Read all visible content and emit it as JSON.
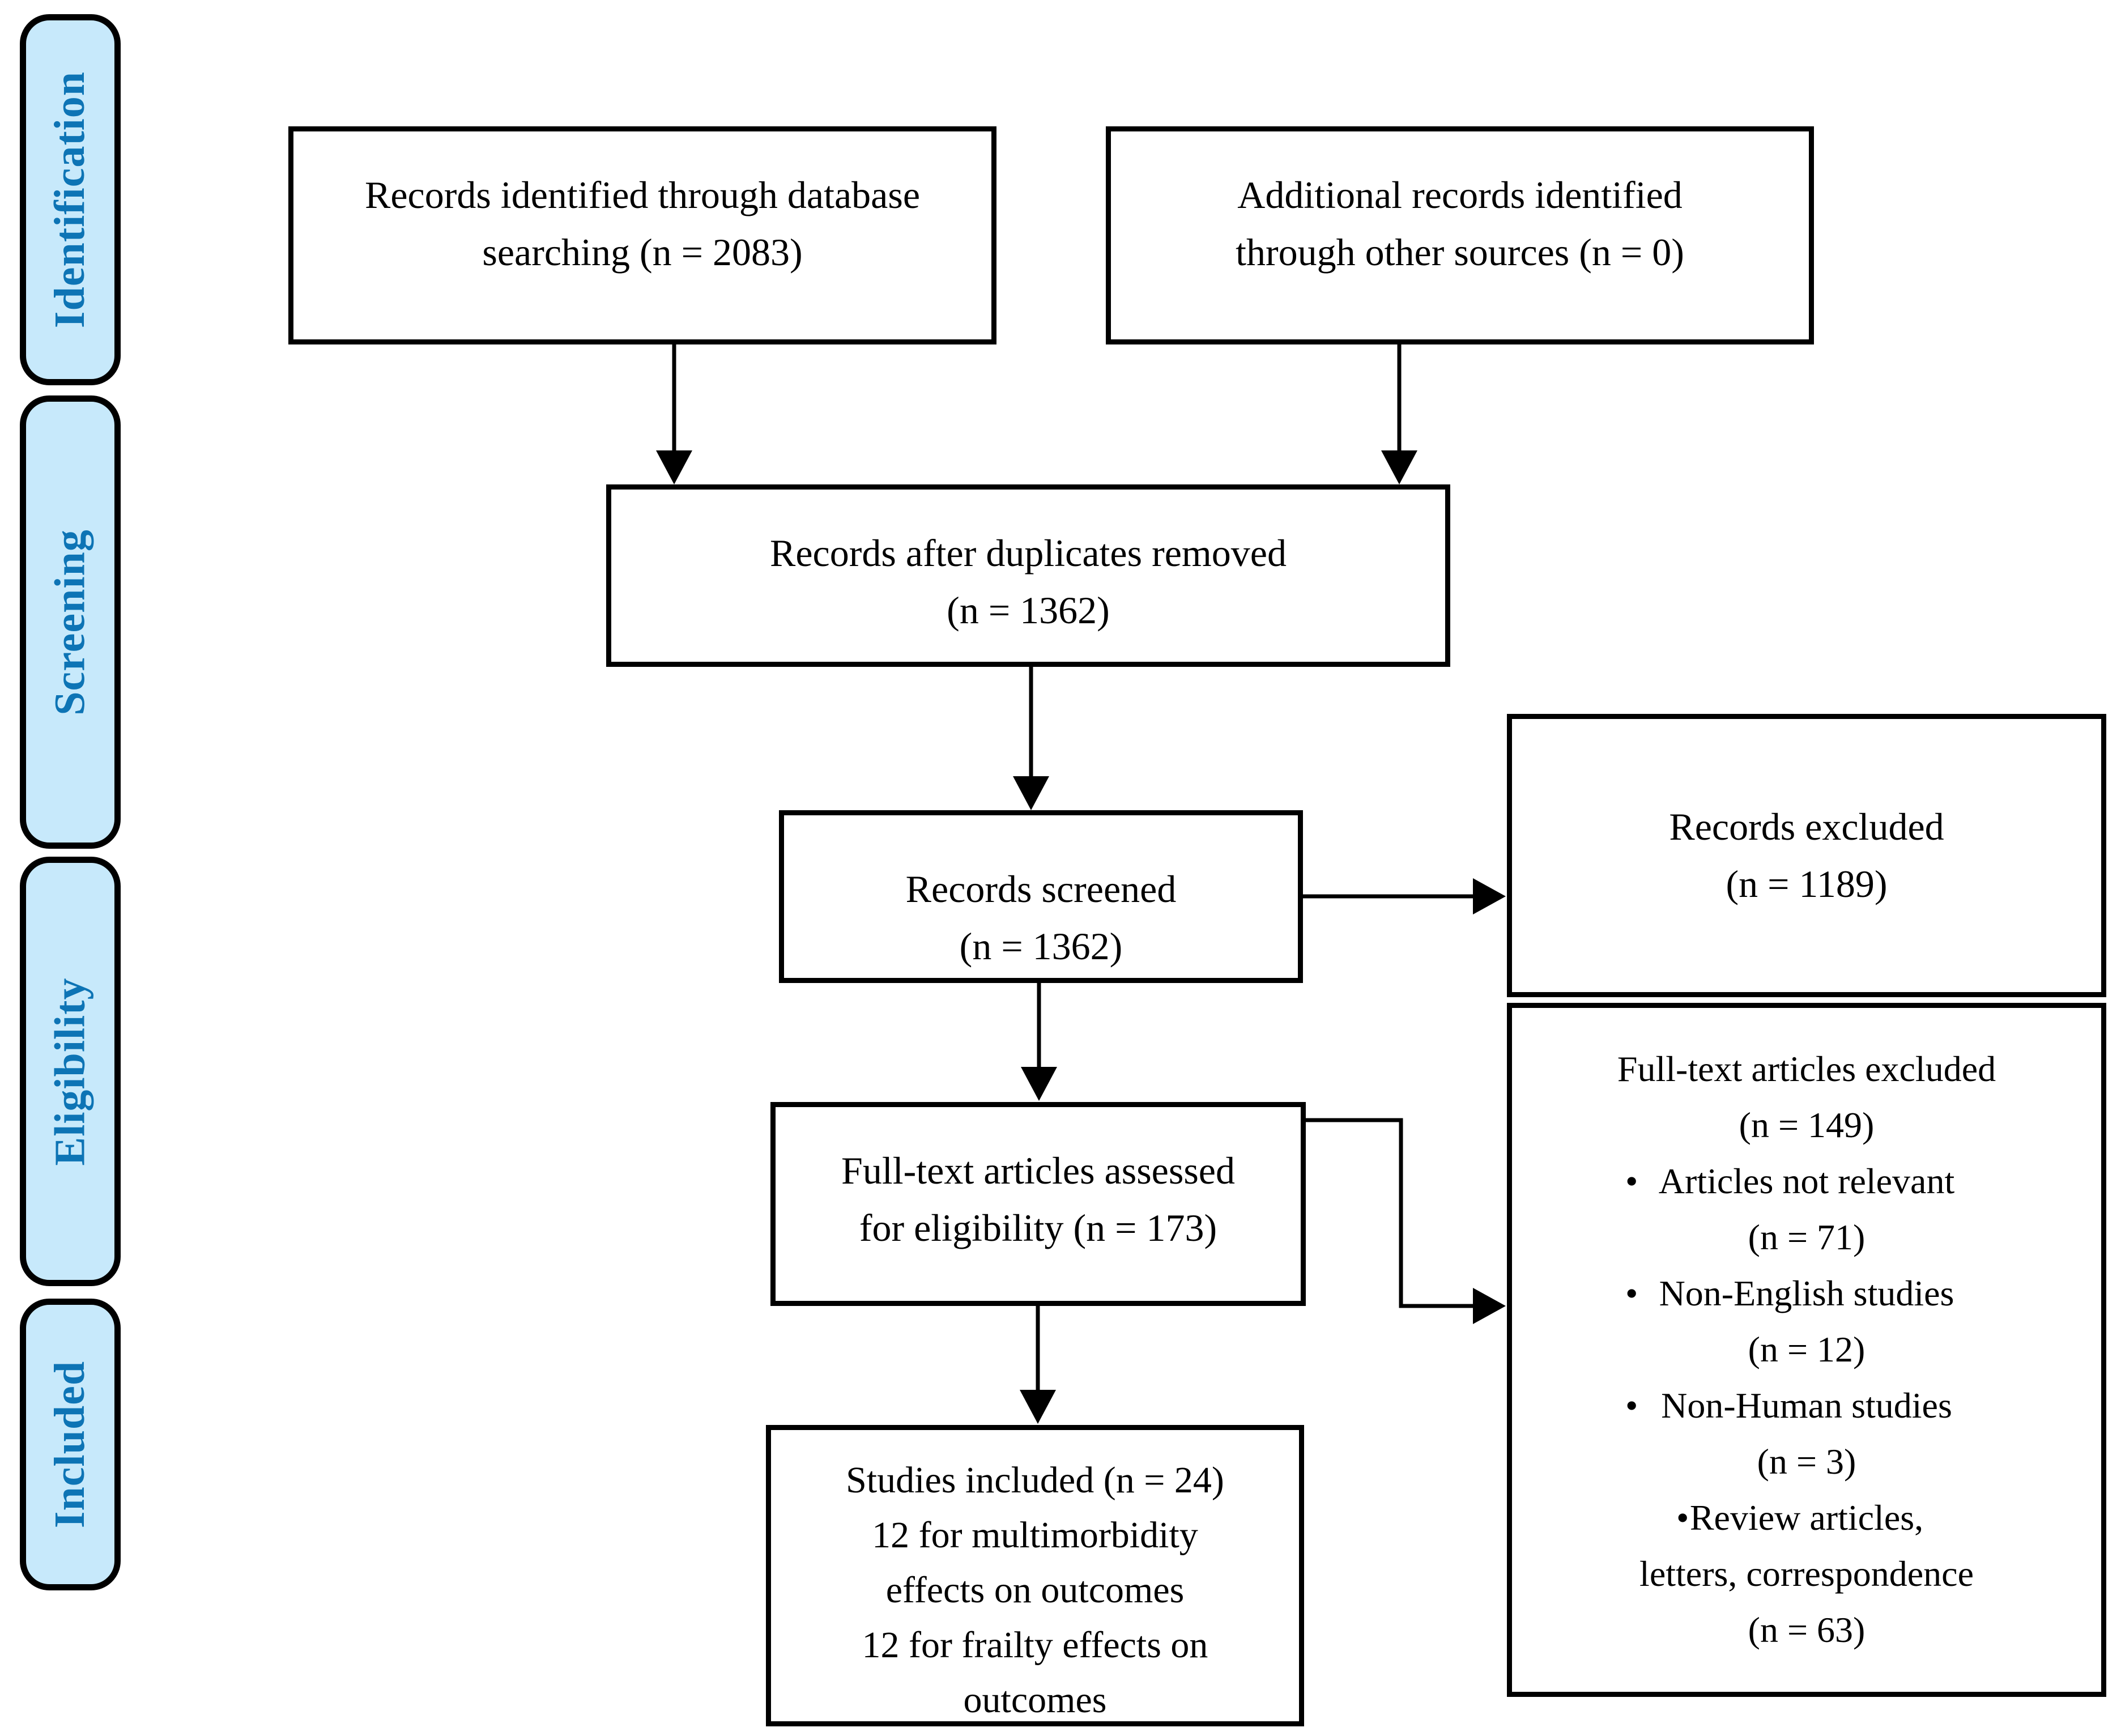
{
  "palette": {
    "background": "#ffffff",
    "stage_fill": "#c7e9fb",
    "stage_text": "#0d74b5",
    "node_fill": "#ffffff",
    "line_color": "#000000"
  },
  "glyphs": {
    "bullet": "•"
  },
  "sidebar": {
    "stages": [
      {
        "label": "Identification"
      },
      {
        "label": "Screening"
      },
      {
        "label": "Eligibility"
      },
      {
        "label": "Included"
      }
    ]
  },
  "nodes": {
    "identified": {
      "lines": [
        "Records identified through database",
        "searching (n = 2083)"
      ]
    },
    "additional": {
      "lines": [
        "Additional records identified",
        "through other sources (n = 0)"
      ]
    },
    "deduped": {
      "lines": [
        "Records after duplicates removed",
        "(n = 1362)"
      ]
    },
    "screened": {
      "lines": [
        "Records screened",
        "(n = 1362)"
      ]
    },
    "records_excluded": {
      "lines": [
        "Records excluded",
        "(n = 1189)"
      ]
    },
    "assessed": {
      "lines": [
        "Full-text articles assessed",
        "for eligibility (n = 173)"
      ]
    },
    "fulltext_excluded": {
      "title_lines": [
        "Full-text articles excluded",
        "(n = 149)"
      ],
      "bullets": [
        {
          "lines": [
            "Articles not relevant",
            "(n = 71)"
          ]
        },
        {
          "lines": [
            "Non-English studies",
            "(n = 12)"
          ]
        },
        {
          "lines": [
            "Non-Human studies",
            "(n = 3)"
          ]
        },
        {
          "lines": [
            "Review articles,",
            "letters, correspondence",
            "(n = 63)"
          ]
        }
      ]
    },
    "included_studies": {
      "lines": [
        "Studies included (n = 24)",
        "12 for multimorbidity",
        "effects on outcomes",
        "12 for frailty effects on",
        "outcomes"
      ]
    }
  }
}
